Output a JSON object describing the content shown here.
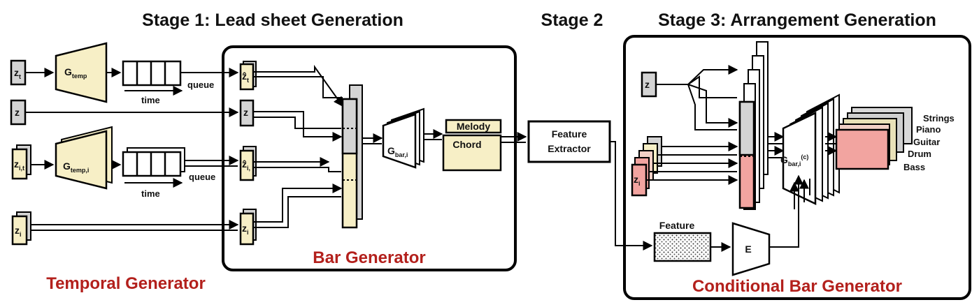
{
  "stages": {
    "stage1": "Stage 1: Lead sheet Generation",
    "stage2": "Stage 2",
    "stage3": "Stage 3: Arrangement Generation"
  },
  "titles": {
    "temporal": "Temporal Generator",
    "bar": "Bar Generator",
    "conditional": "Conditional Bar Generator"
  },
  "temporal_generator": {
    "z_t": "z",
    "z_t_sub": "t",
    "z": "z",
    "z_it": "z",
    "z_it_sub": "i,t",
    "z_i": "z",
    "z_i_sub": "i",
    "g_temp": "G",
    "g_temp_sub": "temp",
    "g_temp_i": "G",
    "g_temp_i_sub": "temp,i",
    "queue1": "queue",
    "queue2": "queue",
    "time1": "time",
    "time2": "time"
  },
  "bar_generator": {
    "zhat_t": "ẑ",
    "zhat_t_sub": "t",
    "z": "z",
    "zhat_i": "ẑ",
    "zhat_i_sub": "i,",
    "z_i": "z",
    "z_i_sub": "i",
    "g_bar": "G",
    "g_bar_sub": "bar,i",
    "melody": "Melody",
    "chord": "Chord"
  },
  "feature_extractor": {
    "line1": "Feature",
    "line2": "Extractor"
  },
  "conditional_bar_generator": {
    "z": "z",
    "z_i": "z",
    "z_i_sub": "i",
    "g_bar_c": "G",
    "g_bar_c_sub": "bar,i",
    "g_bar_c_sup": "(c)",
    "feature": "Feature",
    "encoder": "E",
    "tracks": [
      "Strings",
      "Piano",
      "Guitar",
      "Drum",
      "Bass"
    ]
  },
  "colors": {
    "generator_fill": "#f7efc6",
    "latent_fill": "#d4d4d4",
    "track_fill": "#f2a4a0",
    "title_red": "#b3201c"
  },
  "icons": [
    "arrow-icon",
    "trapezoid-generator-icon"
  ]
}
